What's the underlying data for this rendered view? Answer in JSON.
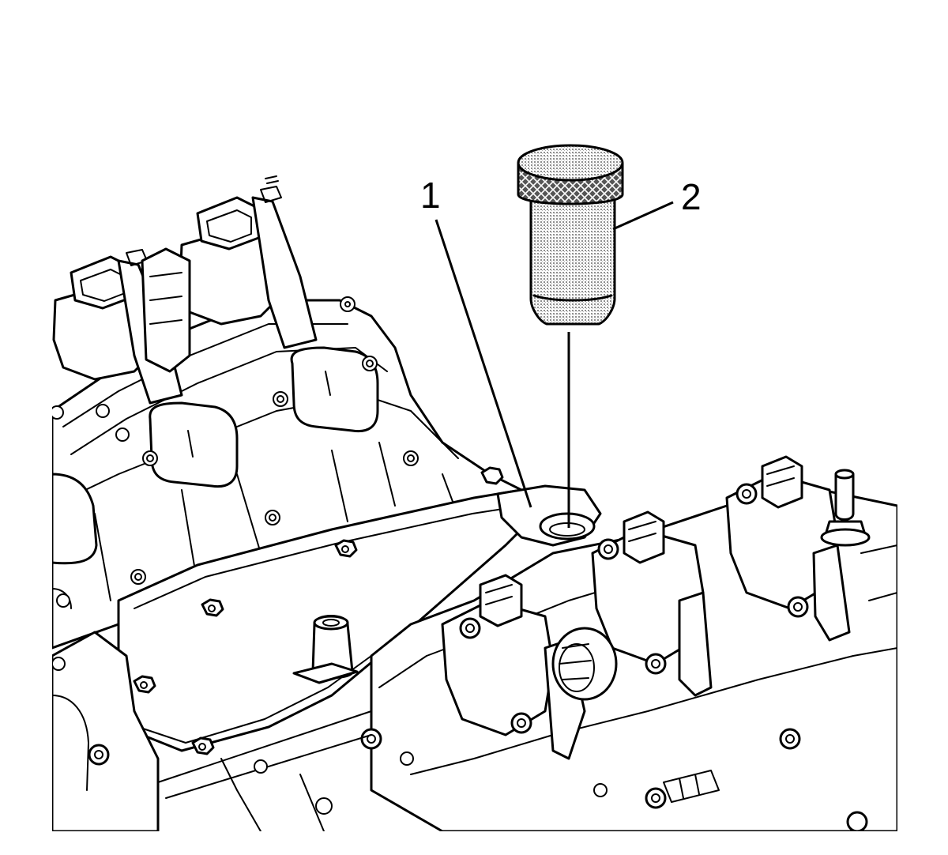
{
  "callouts": [
    {
      "id": "1",
      "label": "1"
    },
    {
      "id": "2",
      "label": "2"
    }
  ],
  "colors": {
    "line": "#000000",
    "background": "#ffffff",
    "stipple": "#9a9a9a"
  }
}
